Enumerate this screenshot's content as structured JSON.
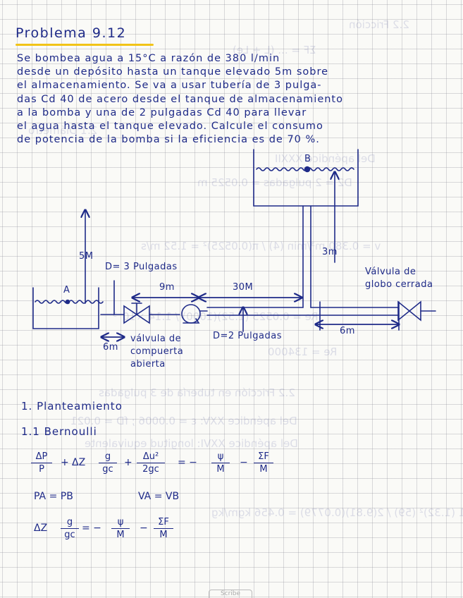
{
  "title": "Problema 9.12",
  "problem_lines": [
    "Se bombea agua a 15°C a razón de 380 l/min",
    "desde un depósito hasta un tanque elevado 5m sobre",
    "el almacenamiento. Se va a usar tubería de 3 pulga-",
    "das Cd 40 de acero desde el tanque de almacenamiento",
    "a la bomba y una de 2 pulgadas Cd 40 para llevar",
    "el agua hasta el tanque elevado. Calcule el consumo",
    "de potencia de la bomba si la eficiencia es de 70 %."
  ],
  "diagram": {
    "tank_a": "A",
    "tank_b": "B",
    "height_5m": "5M",
    "height_3m": "3m",
    "d_3in": "D= 3 Pulgadas",
    "len_9m": "9m",
    "len_30m": "30M",
    "len_6m_left": "6m",
    "len_6m_right": "6m",
    "gate_valve": [
      "válvula de",
      "compuerta",
      "abierta"
    ],
    "globe_valve": [
      "Válvula de",
      "globo cerrada"
    ],
    "d_2in": "D=2 Pulgadas"
  },
  "section1": "1. Planteamiento",
  "section11": "1.1 Bernoulli",
  "eq": {
    "dp": "ΔP",
    "p": "P",
    "plus1": "+",
    "dz": "ΔZ",
    "g": "g",
    "gc": "gc",
    "plus2": "+",
    "du2": "Δu²",
    "two_gc": "2gc",
    "eqsign": "= −",
    "wg": "ψ",
    "m": "M",
    "minus": "−",
    "sf": "ΣF",
    "pa_pb": "PA = PB",
    "va_vb": "VA = VB",
    "dz2": "ΔZ",
    "eqsign2": "= −"
  },
  "stamp": "Scribe"
}
